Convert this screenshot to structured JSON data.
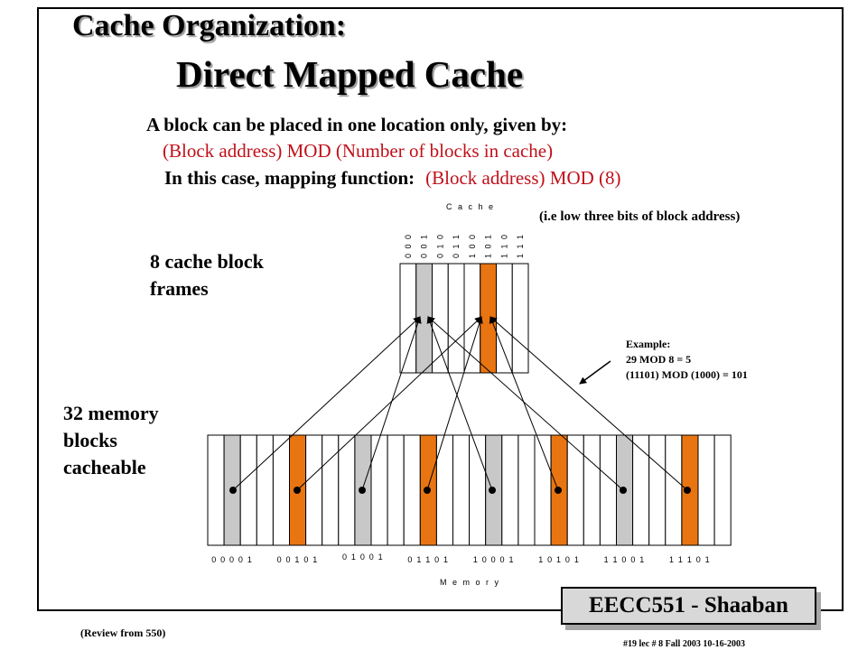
{
  "slide": {
    "title_line1": "Cache Organization:",
    "title_line2": "Direct Mapped Cache",
    "rule_text": "A block can be placed in one location only, given by:",
    "formula": "(Block address)  MOD  (Number of blocks in cache)",
    "mapping_prefix": "In this case, mapping function:",
    "mapping_formula": "(Block address)  MOD  (8)",
    "low_bits_note": "(i.e low three bits of block address)"
  },
  "cache": {
    "label": "C a c h e",
    "frames_caption_line1": "8 cache block",
    "frames_caption_line2": "frames",
    "index_labels": [
      "000",
      "001",
      "010",
      "011",
      "100",
      "101",
      "110",
      "111"
    ]
  },
  "memory": {
    "label": "M e m o r y",
    "caption_line1": "32 memory",
    "caption_line2": "blocks",
    "caption_line3": "cacheable",
    "address_labels": [
      "00001",
      "00101",
      "01001",
      "01101",
      "10001",
      "10101",
      "11001",
      "11101"
    ]
  },
  "example": {
    "heading": "Example:",
    "line1": "29 MOD 8  =  5",
    "line2": "(11101) MOD (1000)  = 101"
  },
  "badge": {
    "text": "EECC551 - Shaaban"
  },
  "review_note": "(Review from 550)",
  "footer": "#19   lec # 8   Fall 2003  10-16-2003",
  "colors": {
    "orange": "#e87511",
    "gray": "#c8c8c8",
    "red_text": "#c0101a"
  }
}
